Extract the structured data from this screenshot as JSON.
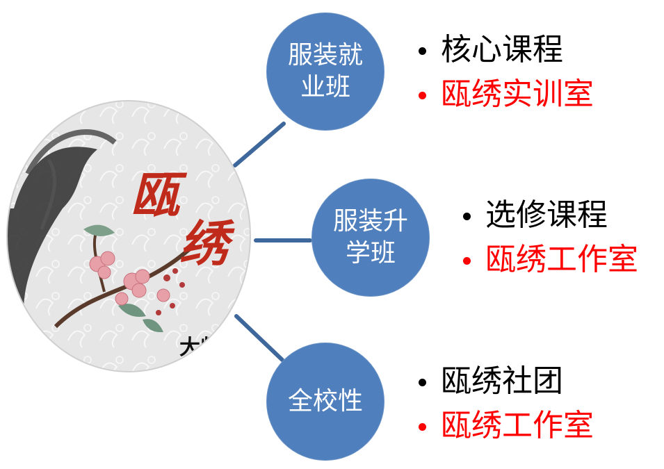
{
  "artwork": {
    "title_chars": [
      "瓯",
      "绣"
    ],
    "stamp_text": "大师"
  },
  "nodes": [
    {
      "label": "服装就业班",
      "items": [
        {
          "text": "核心课程",
          "highlight": false
        },
        {
          "text": "瓯绣实训室",
          "highlight": true
        }
      ]
    },
    {
      "label": "服装升学班",
      "items": [
        {
          "text": "选修课程",
          "highlight": false
        },
        {
          "text": "瓯绣工作室",
          "highlight": true
        }
      ]
    },
    {
      "label": "全校性",
      "items": [
        {
          "text": "瓯绣社团",
          "highlight": false
        },
        {
          "text": "瓯绣工作室",
          "highlight": true
        }
      ]
    }
  ],
  "colors": {
    "node_fill": "#4f7fbc",
    "connector": "#3e679c",
    "highlight": "#ff0000",
    "normal": "#000000"
  }
}
